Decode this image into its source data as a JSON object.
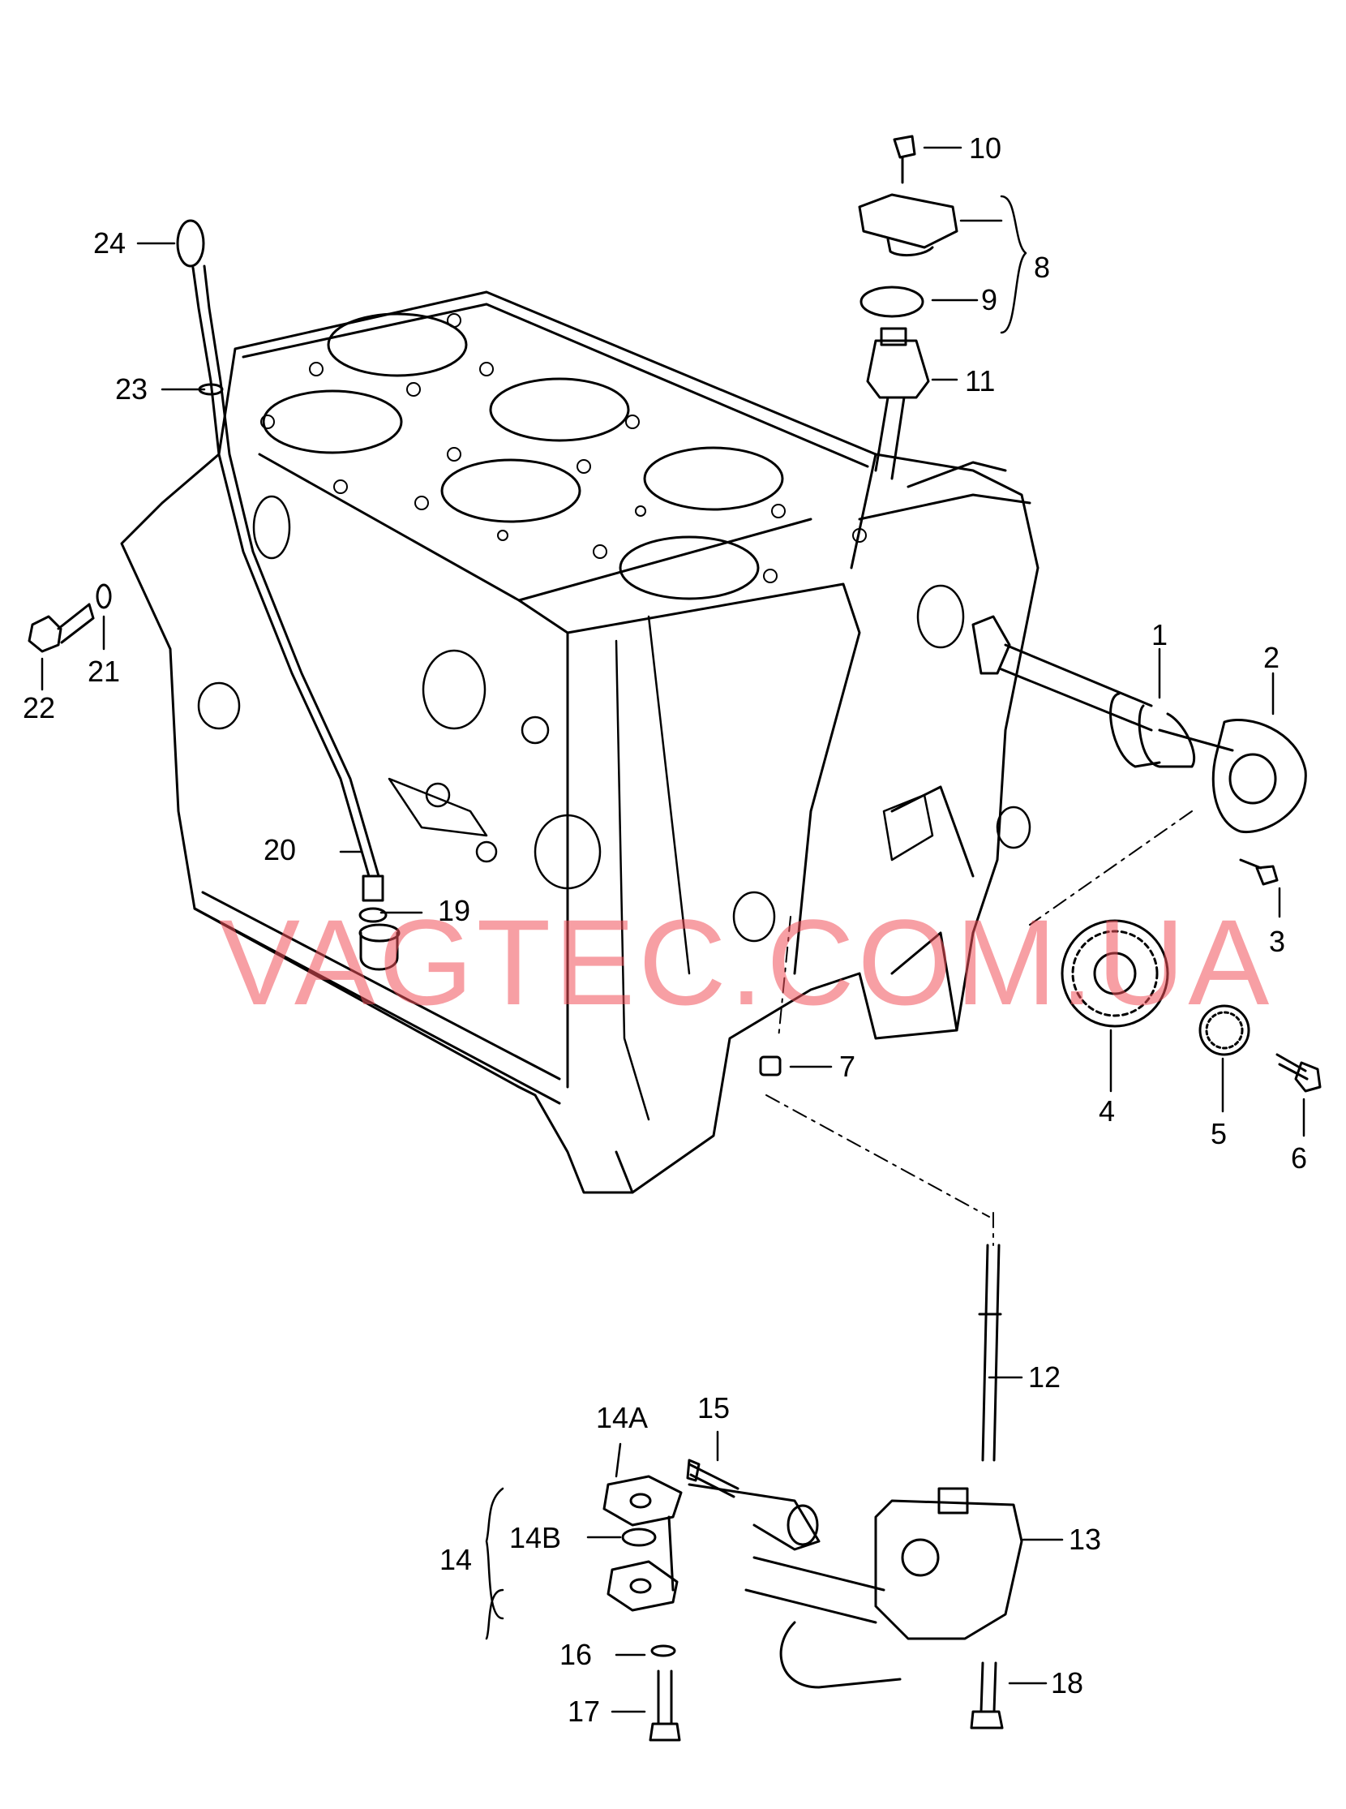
{
  "watermark": "VAGTEC.COM.UA",
  "callouts": {
    "c1": "1",
    "c2": "2",
    "c3": "3",
    "c4": "4",
    "c5": "5",
    "c6": "6",
    "c7": "7",
    "c8": "8",
    "c9": "9",
    "c10": "10",
    "c11": "11",
    "c12": "12",
    "c13": "13",
    "c14": "14",
    "c14A": "14A",
    "c14B": "14B",
    "c15": "15",
    "c16": "16",
    "c17": "17",
    "c18": "18",
    "c19": "19",
    "c20": "20",
    "c21": "21",
    "c22": "22",
    "c23": "23",
    "c24": "24"
  },
  "colors": {
    "line": "#000000",
    "watermark": "#f0505a"
  }
}
